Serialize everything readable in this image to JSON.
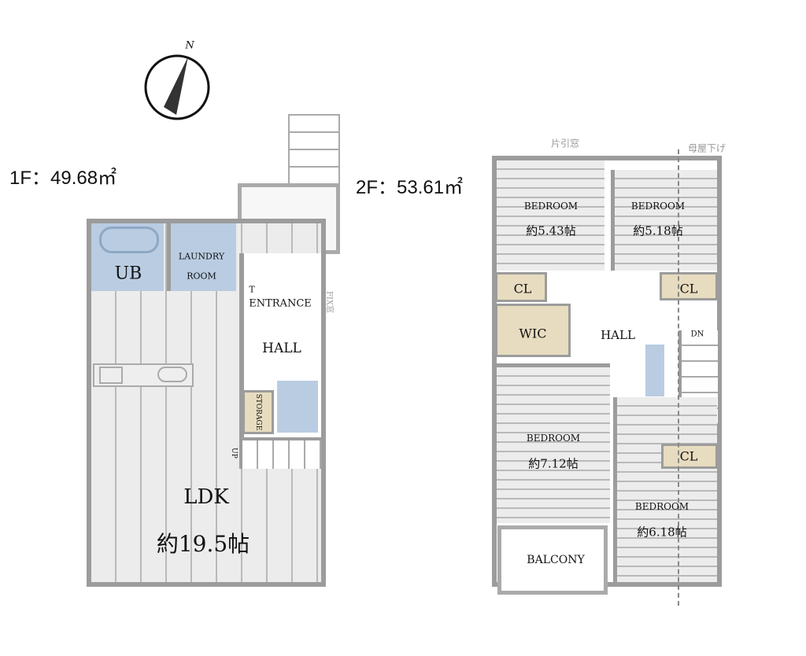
{
  "compass": {
    "north_label": "N"
  },
  "floor1": {
    "area_label": "1F：49.68㎡",
    "rooms": {
      "ub": "UB",
      "laundry1": "LAUNDRY",
      "laundry2": "ROOM",
      "entrance": "ENTRANCE",
      "t": "T",
      "fix_window": "FIX窓",
      "hall": "HALL",
      "storage": "STORAGE",
      "up": "UP",
      "ldk": "LDK",
      "ldk_size": "約19.5帖"
    }
  },
  "floor2": {
    "area_label": "2F：53.61㎡",
    "notes": {
      "sliding_window": "片引窓",
      "roof": "母屋下げ"
    },
    "rooms": {
      "bedroom1": "BEDROOM",
      "bedroom1_size": "約5.43帖",
      "bedroom2": "BEDROOM",
      "bedroom2_size": "約5.18帖",
      "cl1": "CL",
      "cl2": "CL",
      "cl3": "CL",
      "wic": "WIC",
      "hall": "HALL",
      "dn": "DN",
      "bedroom3": "BEDROOM",
      "bedroom3_size": "約7.12帖",
      "bedroom4": "BEDROOM",
      "bedroom4_size": "約6.18帖",
      "balcony": "BALCONY"
    }
  }
}
